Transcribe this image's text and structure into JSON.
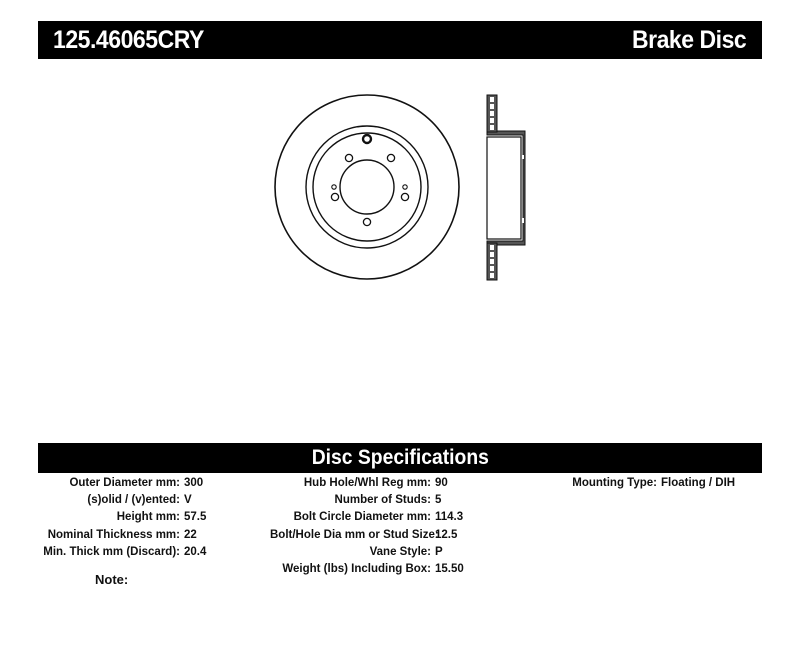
{
  "header": {
    "part_number": "125.46065CRY",
    "product_type": "Brake Disc"
  },
  "drawing": {
    "front_view": "brake-disc-front-view",
    "side_view": "brake-disc-cross-section"
  },
  "specs": {
    "title": "Disc Specifications",
    "column1": [
      {
        "label": "Outer Diameter mm:",
        "value": "300"
      },
      {
        "label": "(s)olid / (v)ented:",
        "value": "V"
      },
      {
        "label": "Height mm:",
        "value": "57.5"
      },
      {
        "label": "Nominal Thickness mm:",
        "value": "22"
      },
      {
        "label": "Min. Thick mm (Discard):",
        "value": "20.4"
      }
    ],
    "column2": [
      {
        "label": "Hub Hole/Whl Reg mm:",
        "value": "90"
      },
      {
        "label": "Number of Studs:",
        "value": "5"
      },
      {
        "label": "Bolt Circle Diameter mm:",
        "value": "114.3"
      },
      {
        "label": "Bolt/Hole Dia mm or Stud Size:",
        "value": "12.5"
      },
      {
        "label": "Vane Style:",
        "value": "P"
      },
      {
        "label": "Weight (lbs) Including Box:",
        "value": "15.50"
      }
    ],
    "column3": [
      {
        "label": "Mounting Type:",
        "value": "Floating / DIH"
      }
    ],
    "note_label": "Note:"
  }
}
